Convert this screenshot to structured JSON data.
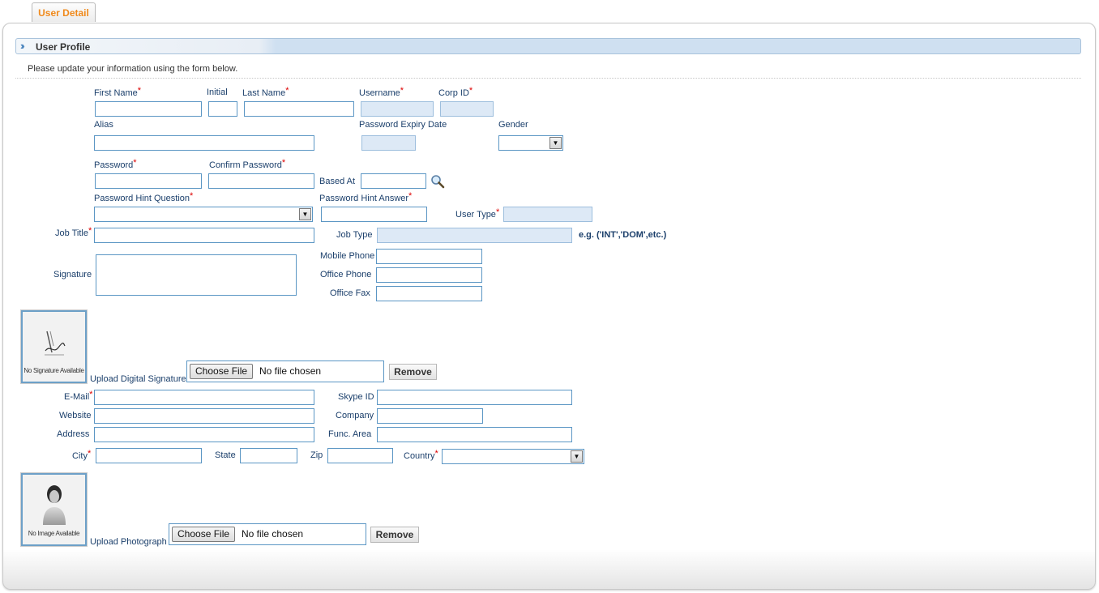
{
  "tab": {
    "label": "User Detail"
  },
  "section": {
    "title": "User Profile",
    "intro": "Please update your information using the form below."
  },
  "required_mark": "*",
  "fields": {
    "first_name": "First Name",
    "initial": "Initial",
    "last_name": "Last Name",
    "username": "Username",
    "corp_id": "Corp ID",
    "alias": "Alias",
    "password_expiry": "Password Expiry Date",
    "gender": "Gender",
    "password": "Password",
    "confirm_password": "Confirm Password",
    "based_at": "Based At",
    "hint_question": "Password Hint Question",
    "hint_answer": "Password Hint Answer",
    "user_type": "User Type",
    "job_title": "Job Title",
    "job_type": "Job Type",
    "job_type_hint": "e.g. ('INT','DOM',etc.)",
    "signature": "Signature",
    "mobile_phone": "Mobile Phone",
    "office_phone": "Office Phone",
    "office_fax": "Office Fax",
    "upload_signature": "Upload Digital Signature",
    "email": "E-Mail",
    "skype": "Skype ID",
    "website": "Website",
    "company": "Company",
    "address": "Address",
    "func_area": "Func. Area",
    "city": "City",
    "state": "State",
    "zip": "Zip",
    "country": "Country",
    "upload_photo": "Upload Photograph"
  },
  "signature_upload": {
    "placeholder_caption": "No Signature Available",
    "button": "Choose File",
    "status": "No file chosen",
    "remove": "Remove"
  },
  "photo_upload": {
    "placeholder_caption": "No Image Available",
    "button": "Choose File",
    "status": "No file chosen",
    "remove": "Remove"
  },
  "icons": {
    "lookup": "magnifier-icon",
    "section": "double-chevron-icon"
  },
  "colors": {
    "accent_orange": "#f08a1c",
    "label_blue": "#1b3f6b",
    "border_blue": "#5b96c4",
    "readonly_fill": "#dde9f6",
    "required_red": "#dd0000"
  }
}
